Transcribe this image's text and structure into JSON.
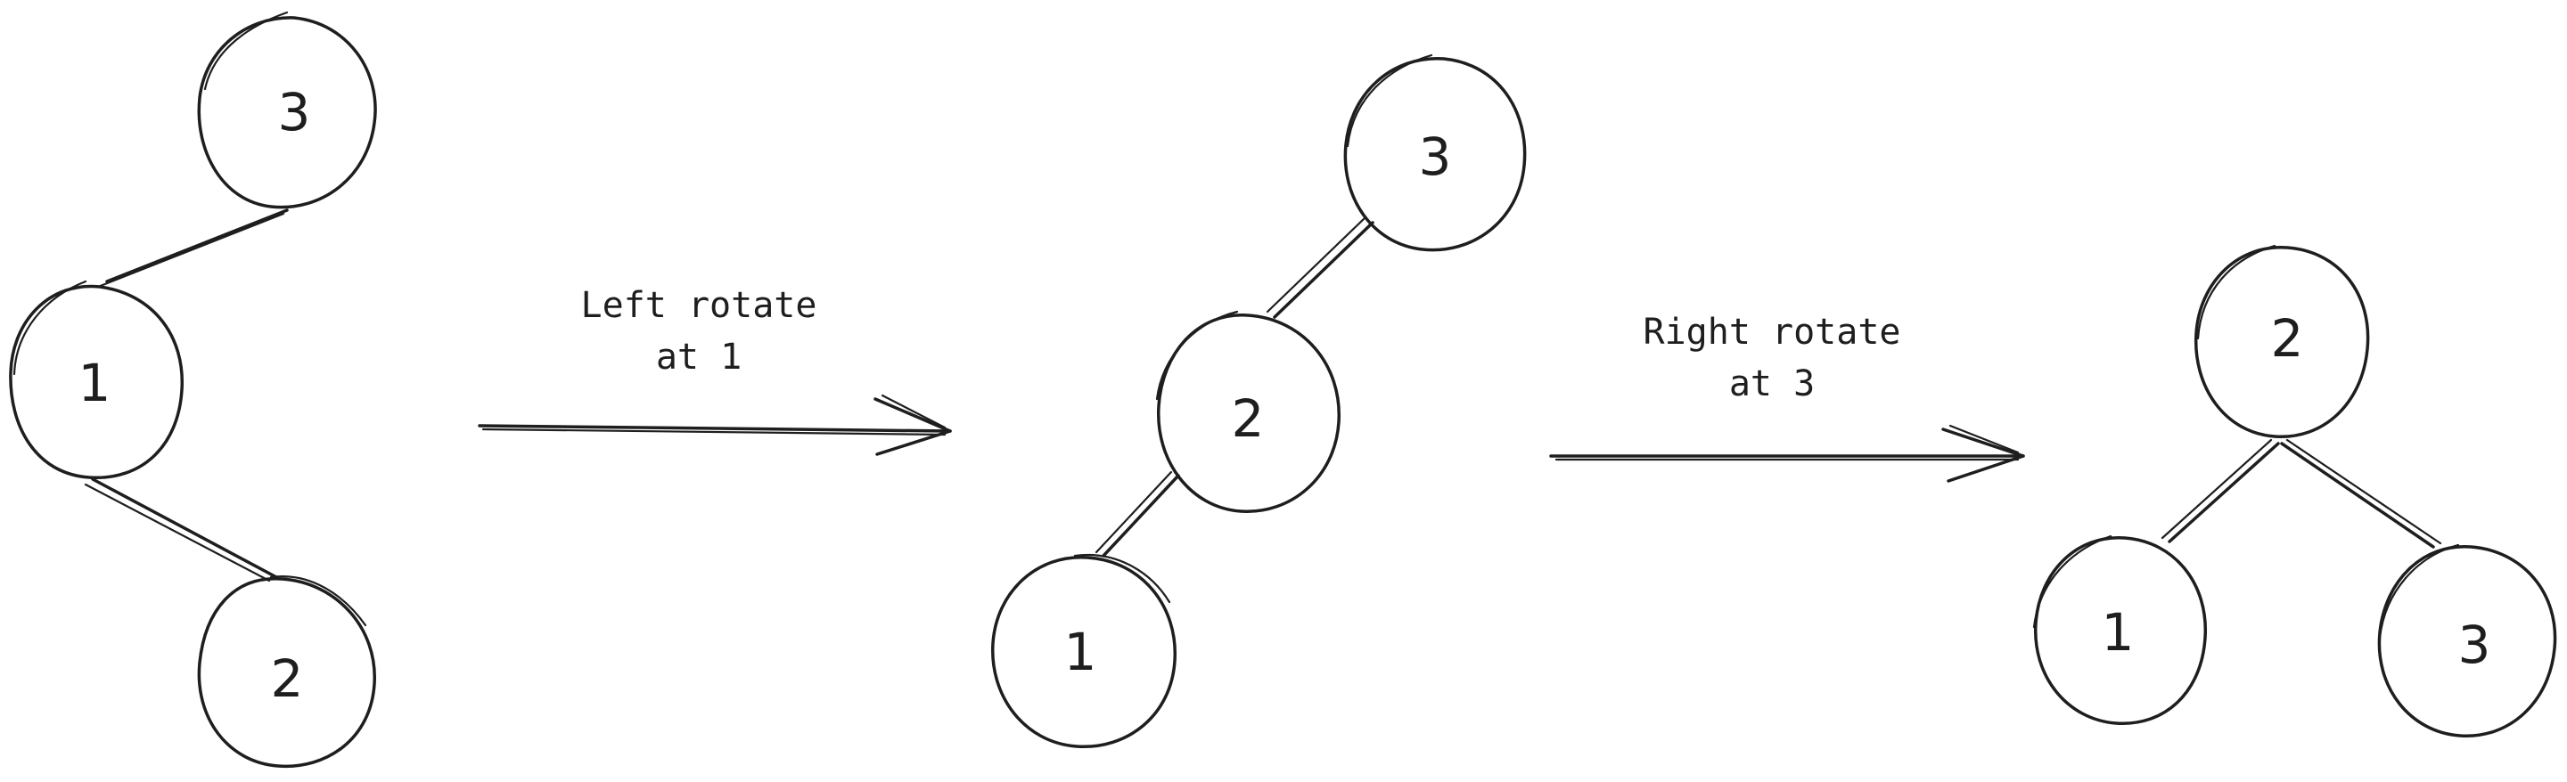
{
  "trees": [
    {
      "nodes": [
        {
          "id": "3",
          "label": "3"
        },
        {
          "id": "1",
          "label": "1"
        },
        {
          "id": "2",
          "label": "2"
        }
      ],
      "edges": [
        [
          "3",
          "1"
        ],
        [
          "1",
          "2"
        ]
      ]
    },
    {
      "nodes": [
        {
          "id": "3",
          "label": "3"
        },
        {
          "id": "2",
          "label": "2"
        },
        {
          "id": "1",
          "label": "1"
        }
      ],
      "edges": [
        [
          "3",
          "2"
        ],
        [
          "2",
          "1"
        ]
      ]
    },
    {
      "nodes": [
        {
          "id": "2",
          "label": "2"
        },
        {
          "id": "1",
          "label": "1"
        },
        {
          "id": "3",
          "label": "3"
        }
      ],
      "edges": [
        [
          "2",
          "1"
        ],
        [
          "2",
          "3"
        ]
      ]
    }
  ],
  "steps": [
    {
      "line1": "Left rotate",
      "line2": "at 1"
    },
    {
      "line1": "Right rotate",
      "line2": "at 3"
    }
  ]
}
